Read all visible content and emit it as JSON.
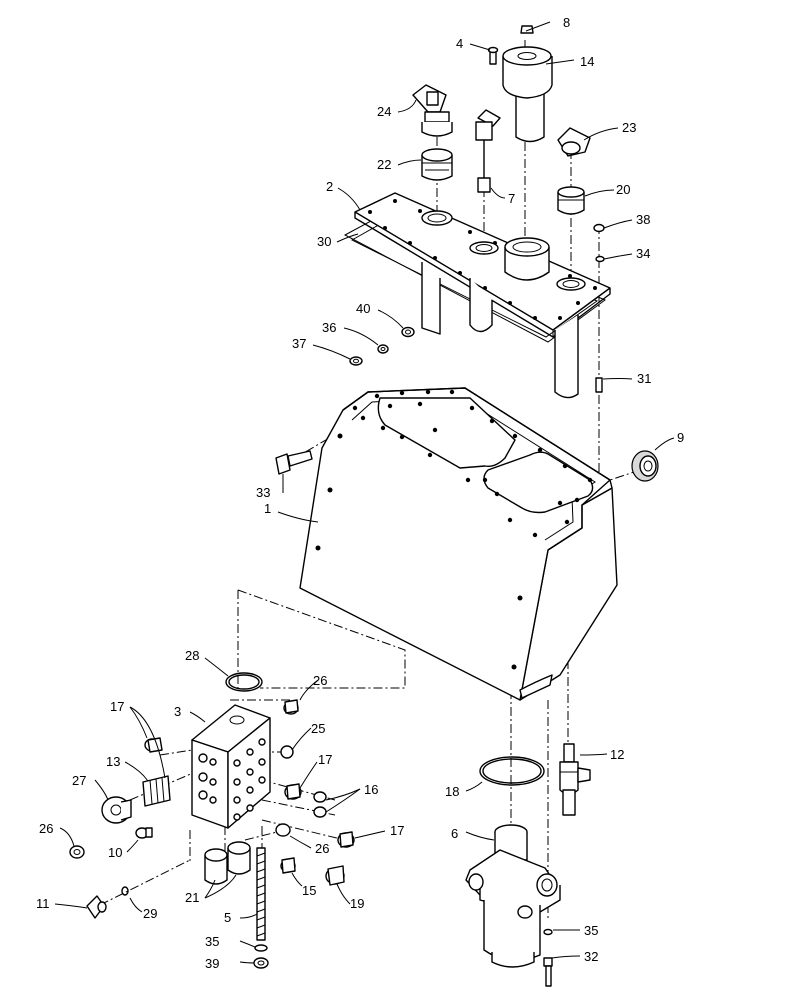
{
  "callouts": [
    "1",
    "2",
    "3",
    "4",
    "5",
    "6",
    "7",
    "8",
    "9",
    "10",
    "11",
    "12",
    "13",
    "14",
    "15",
    "16",
    "17",
    "17",
    "17",
    "18",
    "19",
    "20",
    "21",
    "22",
    "23",
    "24",
    "25",
    "26",
    "26",
    "26",
    "27",
    "28",
    "29",
    "30",
    "31",
    "32",
    "33",
    "34",
    "35",
    "35",
    "36",
    "37",
    "38",
    "39",
    "40"
  ]
}
